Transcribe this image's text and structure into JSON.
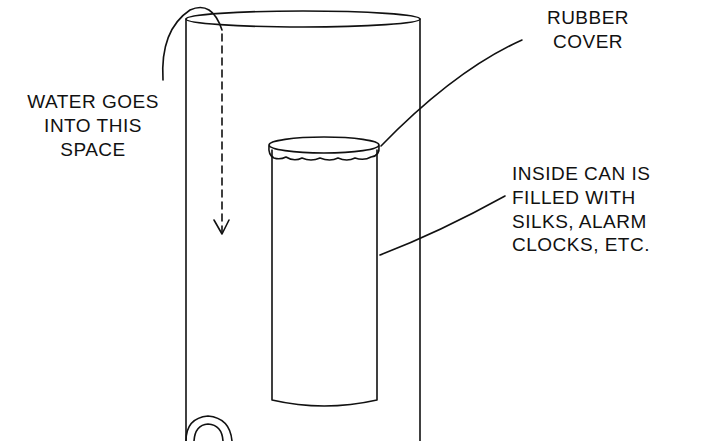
{
  "diagram": {
    "labels": [
      "WATER GOES INTO THIS SPACE",
      "RUBBER COVER",
      "INSIDE CAN IS FILLED WITH SILKS, ALARM CLOCKS, ETC."
    ]
  }
}
